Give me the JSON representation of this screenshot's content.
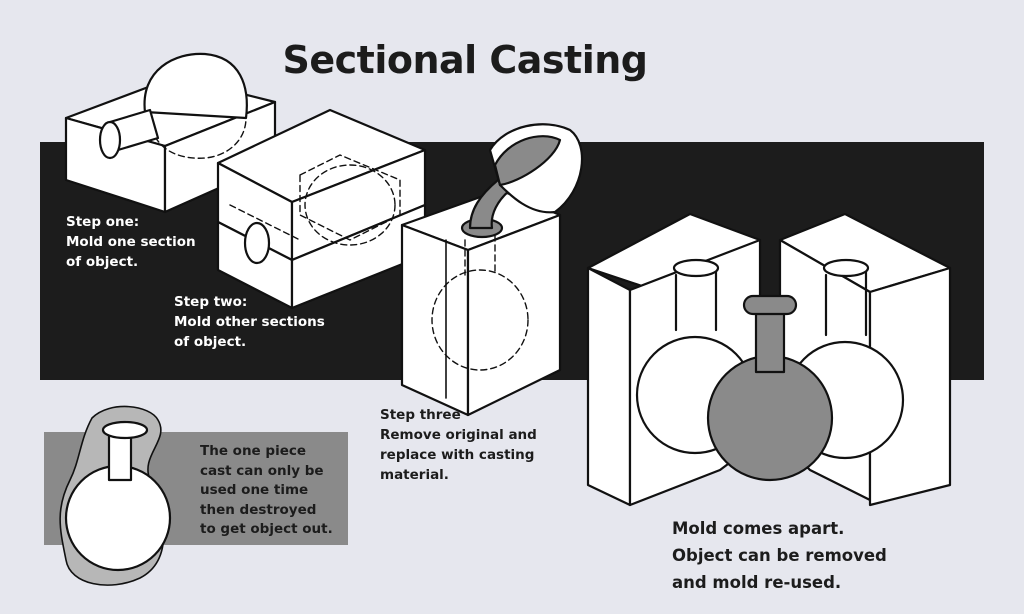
{
  "title": "Sectional Casting",
  "steps": {
    "step_one": "Step one:\nMold one section\nof object.",
    "step_two": "Step two:\nMold other sections\nof object.",
    "step_three": "Step three\nRemove original and\nreplace with casting\nmaterial."
  },
  "notes": {
    "one_piece": "The one piece\ncast can only be\nused one time\nthen destroyed\nto get object out.",
    "mold_apart": "Mold comes apart.\nObject can be removed\nand mold re-used."
  },
  "colors": {
    "background": "#e6e7ee",
    "band": "#1c1c1c",
    "casting_gray": "#8a8a8a",
    "mold_white": "#ffffff"
  }
}
